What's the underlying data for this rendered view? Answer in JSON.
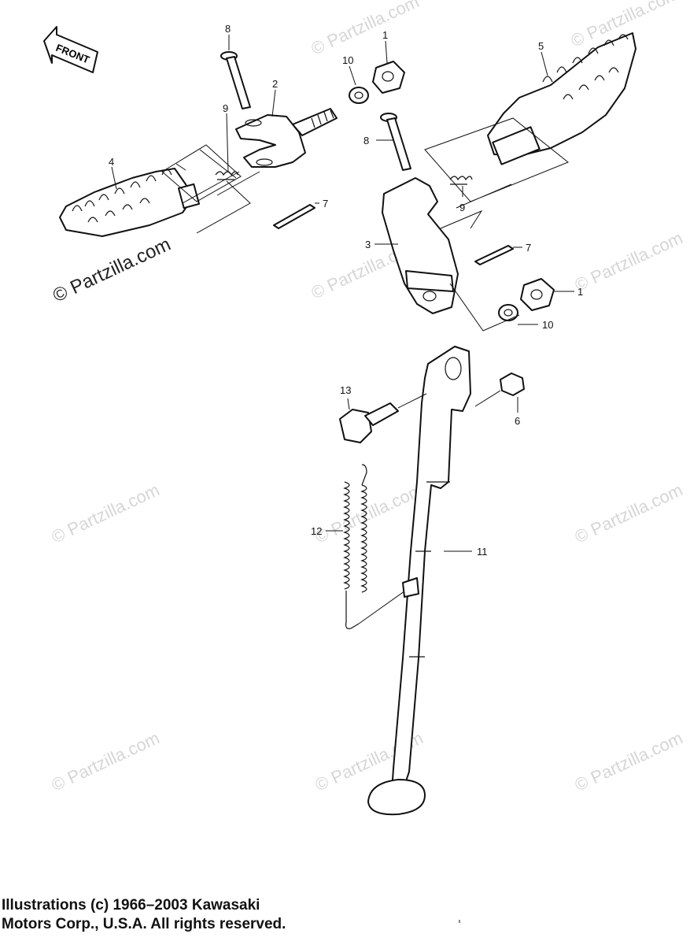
{
  "front_label": "FRONT",
  "watermark_main": "© Partzilla.com",
  "watermark_faint": "© Partzilla.com",
  "callouts": {
    "p1a": "1",
    "p1b": "1",
    "p2": "2",
    "p3": "3",
    "p4": "4",
    "p5": "5",
    "p6": "6",
    "p7a": "7",
    "p7b": "7",
    "p8a": "8",
    "p8b": "8",
    "p9a": "9",
    "p9b": "9",
    "p10a": "10",
    "p10b": "10",
    "p11": "11",
    "p12": "12",
    "p13": "13"
  },
  "copyright": {
    "line1": "Illustrations (c) 1966–2003 Kawasaki",
    "line2": "Motors Corp., U.S.A.  All rights reserved."
  }
}
